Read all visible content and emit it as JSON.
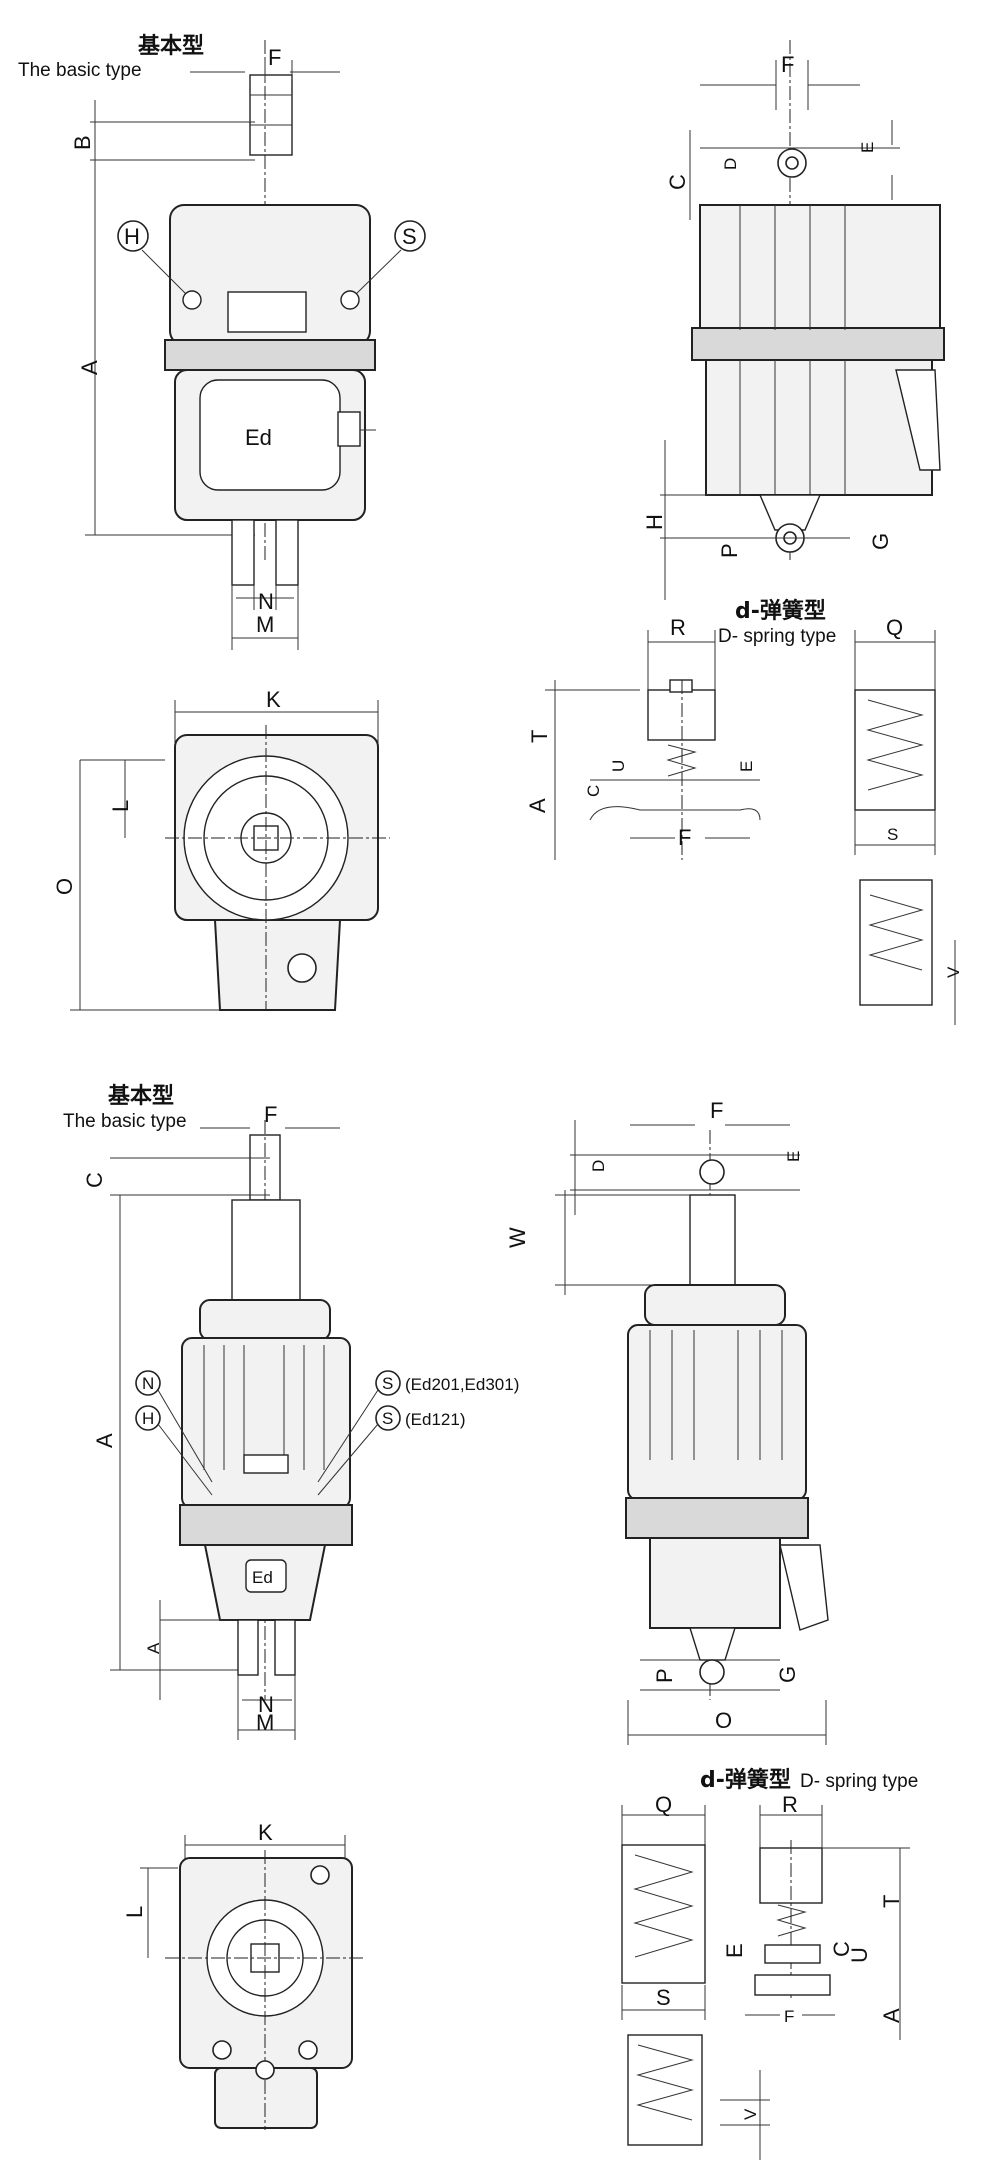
{
  "titles": {
    "basic_cn": "基本型",
    "basic_en": "The basic type",
    "spring_cn": "d-弹簧型",
    "spring_en": "D- spring type"
  },
  "labels": {
    "A": "A",
    "B": "B",
    "C": "C",
    "D": "D",
    "E": "E",
    "F": "F",
    "G": "G",
    "H": "H",
    "K": "K",
    "L": "L",
    "M": "M",
    "N": "N",
    "O": "O",
    "P": "P",
    "Q": "Q",
    "R": "R",
    "S": "S",
    "T": "T",
    "U": "U",
    "V": "V",
    "W": "W",
    "Ed": "Ed"
  },
  "notes": {
    "s_ed201": "(Ed201,Ed301)",
    "s_ed121": "(Ed121)"
  }
}
